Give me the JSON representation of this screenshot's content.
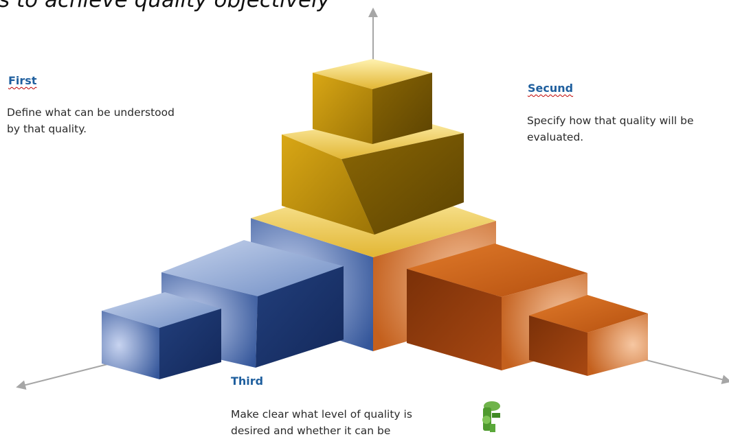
{
  "title": "s to achieve quality objectively",
  "steps": [
    {
      "heading": "First",
      "body": "Define what can be understood by that quality."
    },
    {
      "heading": "Secund",
      "body": "Specify how that quality will be evaluated."
    },
    {
      "heading": "Third",
      "body": "Make clear what level of quality is desired and whether it can be"
    }
  ],
  "colors": {
    "gold": "#d6a81a",
    "blue": "#2b4f8c",
    "orange": "#c8611e",
    "heading": "#1f5f9e",
    "axis": "#a6a6a6"
  },
  "icons": [
    "arrow-up-icon",
    "arrow-left-icon",
    "arrow-right-icon",
    "tool-figure-icon"
  ]
}
